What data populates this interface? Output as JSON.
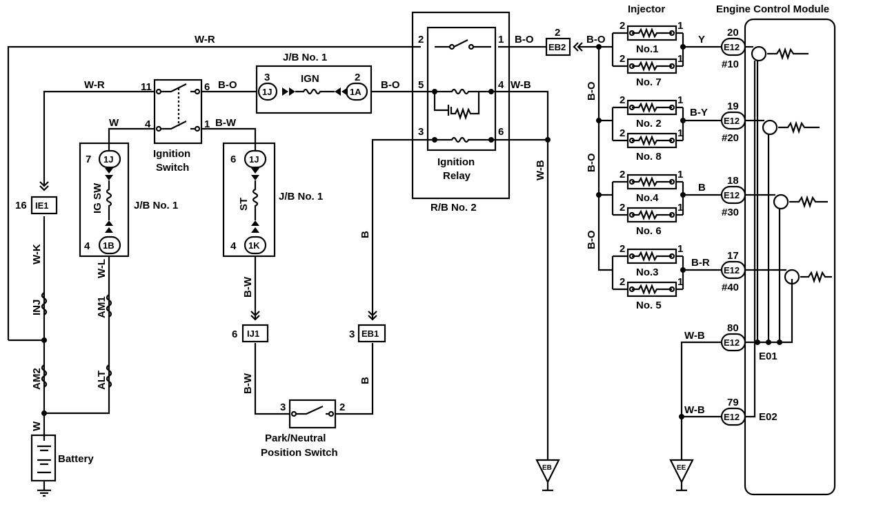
{
  "wire_colors": {
    "w_r_top": "W-R",
    "w_r_left": "W-R",
    "w": "W",
    "b_o_1": "B-O",
    "b_w_1": "B-W",
    "b_o_2": "B-O",
    "b_o_3": "B-O",
    "w_b_1": "W-B",
    "b_o_4": "B-O",
    "w_b_vert": "W-B",
    "b_vert": "B",
    "b_vert2": "B",
    "w_k": "W-K",
    "w_l": "W-L",
    "b_w_2": "B-W",
    "b_w_3": "B-W",
    "w_bat": "W",
    "b_o_v1": "B-O",
    "b_o_v2": "B-O",
    "b_o_v3": "B-O",
    "y": "Y",
    "b_y": "B-Y",
    "b": "B",
    "b_r": "B-R",
    "w_b_e01": "W-B",
    "w_b_e02": "W-B"
  },
  "components": {
    "jb1_top": "J/B No. 1",
    "ign": "IGN",
    "ign_switch_l1": "Ignition",
    "ign_switch_l2": "Switch",
    "ig_sw": "IG SW",
    "jb1_left": "J/B No. 1",
    "st": "ST",
    "jb1_mid": "J/B No. 1",
    "ign_relay_l1": "Ignition",
    "ign_relay_l2": "Relay",
    "rb2": "R/B No. 2",
    "injector": "Injector",
    "ecm": "Engine Control Module",
    "inj_fuse": "INJ",
    "am1": "AM1",
    "am2": "AM2",
    "alt": "ALT",
    "battery": "Battery",
    "pnp_l1": "Park/Neutral",
    "pnp_l2": "Position Switch",
    "ground_eb": "EB",
    "ground_ee": "EE"
  },
  "connectors": {
    "c_1j": "1J",
    "c_1a": "1A",
    "c_1b": "1B",
    "c_1j_b": "1J",
    "c_1j_c": "1J",
    "c_1k": "1K",
    "ie1": "IE1",
    "ij1": "IJ1",
    "eb1": "EB1",
    "eb2": "EB2",
    "e12": "E12"
  },
  "pins": {
    "p11": "11",
    "p6": "6",
    "p4": "4",
    "p1": "1",
    "p3": "3",
    "p2": "2",
    "r2": "2",
    "r1": "1",
    "r5": "5",
    "r4": "4",
    "r3": "3",
    "r6": "6",
    "eb2_pin": "2",
    "ie1_pin": "16",
    "ij1_pin": "6",
    "eb1_pin": "3",
    "c7": "7",
    "c4": "4",
    "c6": "6",
    "c4b": "4",
    "pnp3": "3",
    "pnp2": "2",
    "e12_20": "20",
    "e12_19": "19",
    "e12_18": "18",
    "e12_17": "17",
    "e12_80": "80",
    "e12_79": "79"
  },
  "injectors": [
    {
      "name": "No.1",
      "pin_l": "2",
      "pin_r": "1"
    },
    {
      "name": "No. 7",
      "pin_l": "2",
      "pin_r": "1"
    },
    {
      "name": "No. 2",
      "pin_l": "2",
      "pin_r": "1"
    },
    {
      "name": "No. 8",
      "pin_l": "2",
      "pin_r": "1"
    },
    {
      "name": "No.4",
      "pin_l": "2",
      "pin_r": "1"
    },
    {
      "name": "No. 6",
      "pin_l": "2",
      "pin_r": "1"
    },
    {
      "name": "No.3",
      "pin_l": "2",
      "pin_r": "1"
    },
    {
      "name": "No. 5",
      "pin_l": "2",
      "pin_r": "1"
    }
  ],
  "ecm_terms": {
    "t10": "#10",
    "t20": "#20",
    "t30": "#30",
    "t40": "#40",
    "e01": "E01",
    "e02": "E02"
  }
}
